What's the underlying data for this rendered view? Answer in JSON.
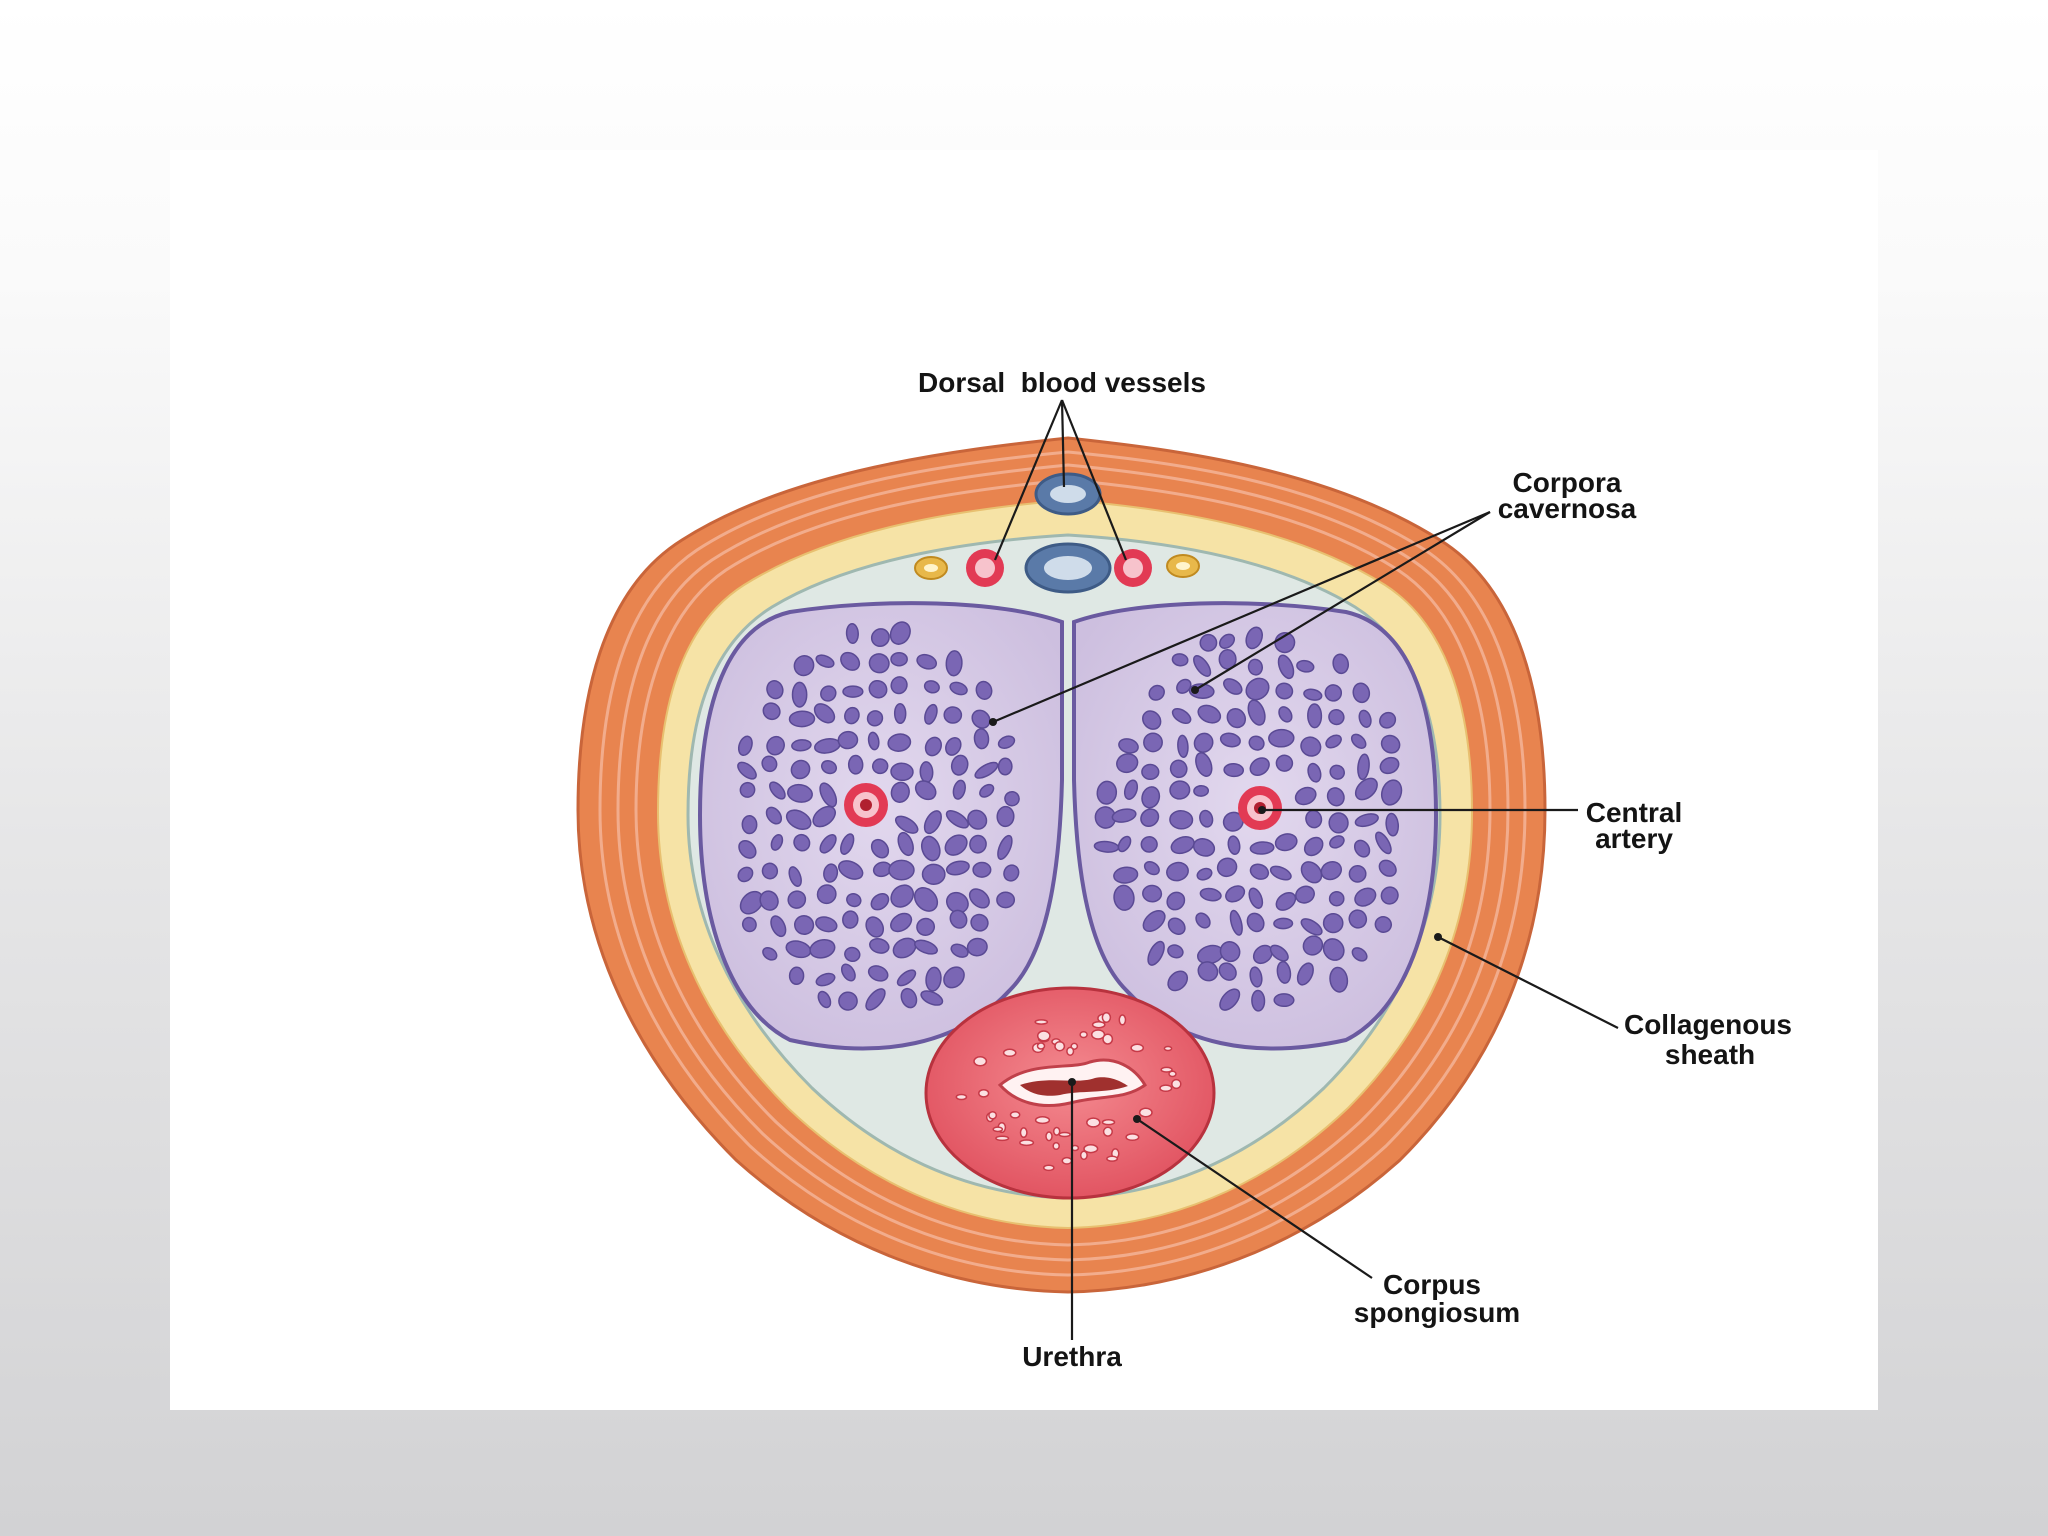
{
  "labels": {
    "dorsal": "Dorsal  blood vessels",
    "cavernosa_1": "Corpora",
    "cavernosa_2": "cavernosa",
    "central_1": "Central",
    "central_2": "artery",
    "collagen_1": "Collagenous",
    "collagen_2": "sheath",
    "spongiosum_1": "Corpus",
    "spongiosum_2": "spongiosum",
    "urethra": "Urethra"
  },
  "colors": {
    "skin_outer": "#e8844f",
    "skin_stripe": "#f2a789",
    "fascia_yellow": "#f6e3a6",
    "sheath": "#dfe8e4",
    "cavernosa_fill": "#d8cde6",
    "cavernosa_sinus": "#7a66b4",
    "spongiosum_fill": "#e8606c",
    "artery_red": "#e23a54",
    "vein_blue": "#5a7aa8",
    "nerve_yellow": "#e8b84a"
  },
  "icons": {
    "artery": "artery-cross-section-icon",
    "vein": "vein-cross-section-icon",
    "nerve": "nerve-cross-section-icon"
  }
}
